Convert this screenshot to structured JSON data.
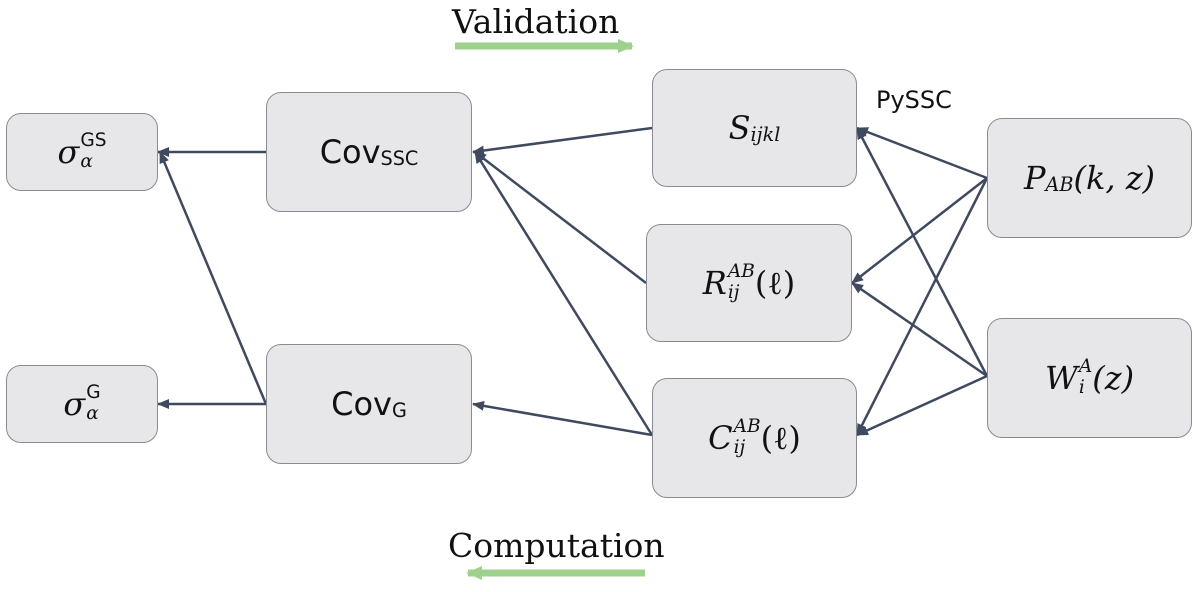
{
  "diagram": {
    "nodes": {
      "sigma_gs": {
        "symbol": "σ",
        "sub": "α",
        "sup": "GS"
      },
      "sigma_g": {
        "symbol": "σ",
        "sub": "α",
        "sup": "G"
      },
      "cov_ssc": {
        "main": "Cov",
        "sub": "SSC"
      },
      "cov_g": {
        "main": "Cov",
        "sub": "G"
      },
      "s_ijkl": {
        "main": "S",
        "sub": "ijkl"
      },
      "r_ij": {
        "main": "R",
        "sub": "ij",
        "sup": "AB",
        "arg": "(ℓ)"
      },
      "c_ij": {
        "main": "C",
        "sub": "ij",
        "sup": "AB",
        "arg": "(ℓ)"
      },
      "p_ab": {
        "main": "P",
        "sub": "AB",
        "arg": "(k, z)"
      },
      "w_i": {
        "main": "W",
        "sub": "i",
        "sup": "A",
        "arg": "(z)"
      }
    },
    "labels": {
      "validation": "Validation",
      "computation": "Computation",
      "pyssc": "PySSC"
    },
    "colors": {
      "node_fill": "#e7e7e9",
      "node_border": "#888c92",
      "edge": "#3f4a5e",
      "flow_arrow": "#9dd18c"
    }
  }
}
